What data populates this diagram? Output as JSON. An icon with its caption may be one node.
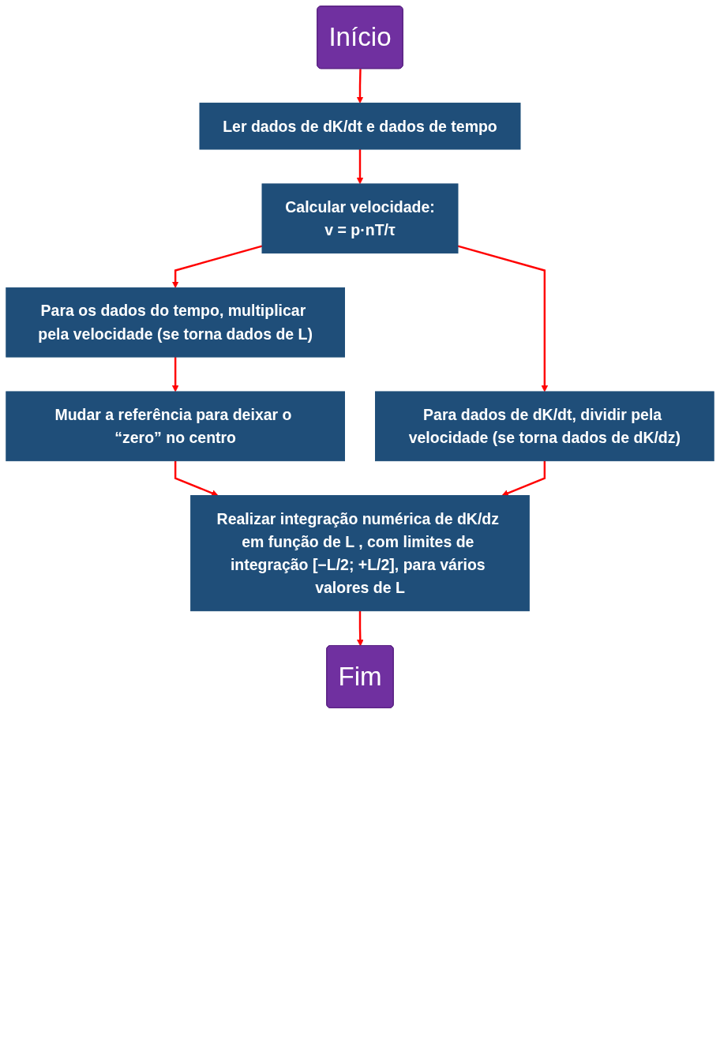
{
  "diagram": {
    "nodes": [
      {
        "text": [
          "Início"
        ]
      },
      {
        "text": [
          "Ler dados de dK/dt e dados de tempo"
        ]
      },
      {
        "text": [
          "Calcular velocidade:",
          "v = p·nT/τ"
        ]
      },
      {
        "text": [
          "Para os dados do tempo, multiplicar pela velocidade (se torna dados de L)"
        ]
      },
      {
        "text": [
          "Para dados de dK/dt, dividir pela velocidade (se torna dados de dK/dz)"
        ]
      },
      {
        "text": [
          "Mudar a referência para deixar o “zero” no centro"
        ]
      },
      {
        "text": [
          "Realizar integração numérica de dK/dz em função de L , com limites de integração [−L/2; +L/2], para vários valores de L"
        ]
      },
      {
        "text": [
          "Fim"
        ]
      }
    ],
    "edges": [
      {
        "from": 0,
        "to": 1,
        "arrow": "to"
      },
      {
        "from": 1,
        "to": 2,
        "arrow": "to"
      },
      {
        "from": 2,
        "to": 3,
        "arrow": "to"
      },
      {
        "from": 2,
        "to": 4,
        "arrow": "to"
      },
      {
        "from": 3,
        "to": 5,
        "arrow": "to"
      },
      {
        "from": 5,
        "to": 6,
        "arrow": "to"
      },
      {
        "from": 4,
        "to": 6,
        "arrow": "to"
      },
      {
        "from": 6,
        "to": 7,
        "arrow": "to"
      }
    ]
  }
}
